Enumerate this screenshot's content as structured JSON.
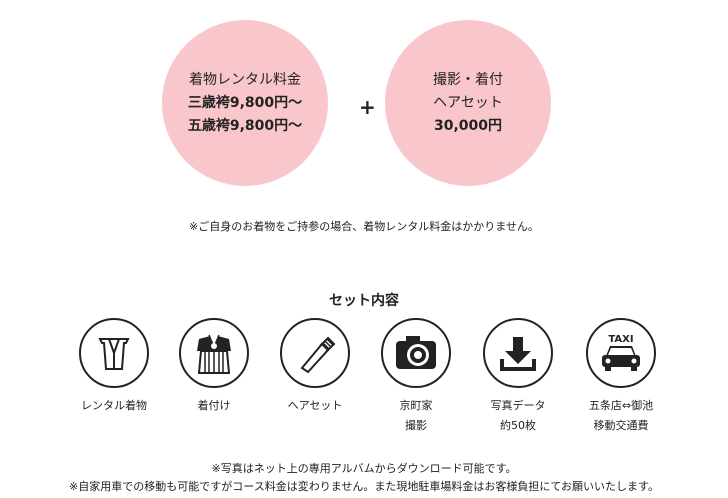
{
  "rental": {
    "title": "着物レンタル料金",
    "price1": "三歳袴9,800円〜",
    "price2": "五歳袴9,800円〜"
  },
  "plus": "+",
  "photo": {
    "title": "撮影・着付",
    "subtitle": "ヘアセット",
    "price": "30,000円"
  },
  "note_top": "※ご自身のお着物をご持参の場合、着物レンタル料金はかかりません。",
  "set_title": "セット内容",
  "items": [
    {
      "label1": "レンタル着物",
      "label2": "",
      "icon": "kimono-icon"
    },
    {
      "label1": "着付け",
      "label2": "",
      "icon": "hakama-icon"
    },
    {
      "label1": "ヘアセット",
      "label2": "",
      "icon": "comb-icon"
    },
    {
      "label1": "京町家",
      "label2": "撮影",
      "icon": "camera-icon"
    },
    {
      "label1": "写真データ",
      "label2": "約50枚",
      "icon": "download-icon"
    },
    {
      "label1": "五条店⇔御池",
      "label2": "移動交通費",
      "icon": "taxi-icon"
    }
  ],
  "taxi_sign": "TAXI",
  "notes_bottom": [
    "※写真はネット上の専用アルバムからダウンロード可能です。",
    "※自家用車での移動も可能ですがコース料金は変わりません。また現地駐車場料金はお客様負担にてお願いいたします。"
  ],
  "colors": {
    "circle": "#f9c6cb",
    "icon_stroke": "#222222"
  }
}
